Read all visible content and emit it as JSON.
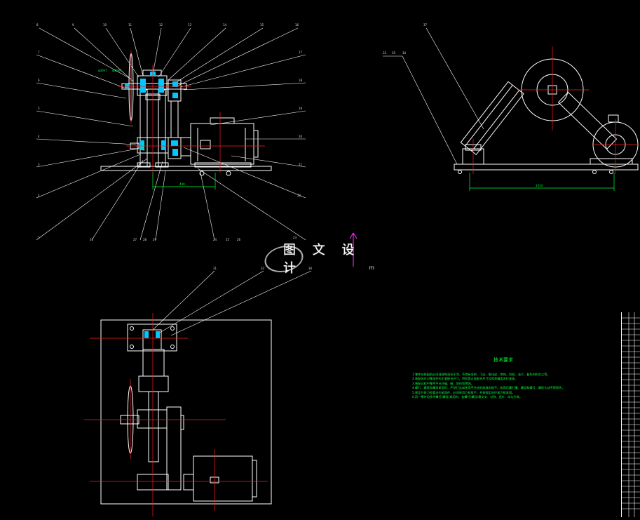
{
  "watermark": {
    "text": "图 文 设 计",
    "suffix": "m"
  },
  "tech_requirements": {
    "title": "技术要求",
    "lines": [
      "1.零件在装配前必须清理和清洗干净，不得有毛刺、飞边、氧化皮、锈蚀、切屑、油污、着色剂和灰尘等。",
      "2.装配前应对零部件的主要配合尺寸，特别是过盈配合尺寸及相关精度进行复查。",
      "3.装配过程中零件不允许磕、碰、划伤和锈蚀。",
      "4.螺钉、螺栓和螺母紧固时，严禁打击或使用不合适的旋具和扳手。紧固后螺钉槽、螺母和螺钉、螺栓头部不得损坏。",
      "5.规定拧紧力矩要求的紧固件，必须采用力矩扳手，并按规定的拧紧力矩紧固。",
      "6.同一零件用多件螺钉(螺栓)紧固时，各螺钉(螺栓)需交叉、对称、逐步、均匀拧紧。"
    ]
  },
  "front_view": {
    "callouts_top": [
      "8",
      "9",
      "10",
      "11",
      "12",
      "13",
      "14",
      "15",
      "16"
    ],
    "callouts_left": [
      "7",
      "6",
      "5",
      "4",
      "3",
      "2",
      "1"
    ],
    "callouts_right": [
      "17",
      "18",
      "19",
      "20",
      "21",
      "22",
      "23"
    ],
    "callouts_bottom": [
      "31",
      "27",
      "28",
      "29",
      "24",
      "25",
      "26"
    ],
    "dimension": "440",
    "shaft_labels": [
      "φ30h7",
      "φ40H7",
      "φ30k6"
    ]
  },
  "side_view": {
    "callouts": [
      "33",
      "35",
      "34",
      "37"
    ],
    "dimension": "1414"
  },
  "top_view": {
    "callouts": [
      "31",
      "32",
      "30"
    ]
  },
  "colors": {
    "line": "#ffffff",
    "center_line": "#ff1a1a",
    "dimension": "#00ff3a",
    "hatch": "#00c8ff",
    "arrow": "#ff33ff"
  }
}
